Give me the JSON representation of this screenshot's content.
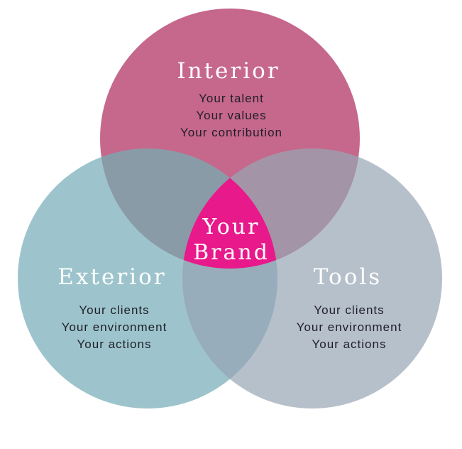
{
  "circles": [
    {
      "id": "interior",
      "title": "Interior",
      "items": [
        "Your talent",
        "Your values",
        "Your contribution"
      ],
      "color": "#c6678c"
    },
    {
      "id": "exterior",
      "title": "Exterior",
      "items": [
        "Your clients",
        "Your environment",
        "Your actions"
      ],
      "color": "#9dc4cc"
    },
    {
      "id": "tools",
      "title": "Tools",
      "items": [
        "Your clients",
        "Your environment",
        "Your actions"
      ],
      "color": "#b6c0cb"
    }
  ],
  "center": {
    "lines": [
      "Your",
      "Brand"
    ],
    "color": "#e8198a"
  },
  "overlap_colors": {
    "interior_exterior": "#8a9ba8",
    "interior_tools": "#a394a8",
    "exterior_tools": "#97adbb"
  }
}
